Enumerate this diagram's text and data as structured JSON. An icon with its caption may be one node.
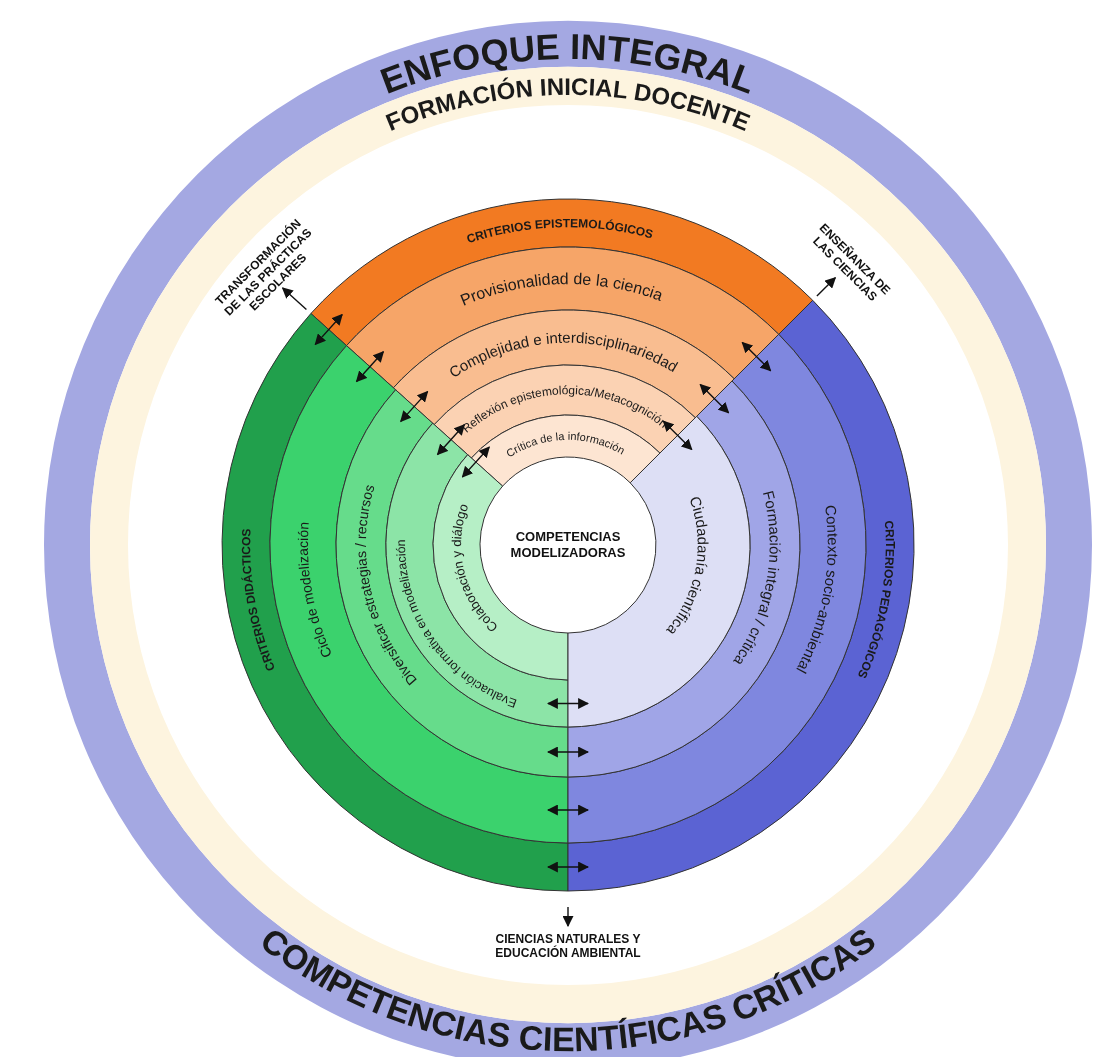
{
  "diagram": {
    "title": "ENFOQUE INTEGRAL",
    "caption": "COMPETENCIAS CIENTÍFICAS CRÍTICAS",
    "nodes": [
      {
        "text": [
          "CRITERIOS EPISTEMOLÓGICOS"
        ]
      },
      {
        "text": [
          "Provisionalidad de la ciencia"
        ]
      },
      {
        "text": [
          "Complejidad e interdisciplinariedad"
        ]
      },
      {
        "text": [
          "Reflexión epistemológica/Metacognición"
        ]
      },
      {
        "text": [
          "Crítica de la información"
        ]
      },
      {
        "text": [
          "CRITERIOS DIDÁCTICOS"
        ]
      },
      {
        "text": [
          "Ciclo de modelización"
        ]
      },
      {
        "text": [
          "Diversificar estrategias / recursos"
        ]
      },
      {
        "text": [
          "Evaluación formativa en modelización"
        ]
      },
      {
        "text": [
          "Colaboración y diálogo"
        ]
      },
      {
        "text": [
          "CRITERIOS PEDAGÓGICOS"
        ]
      },
      {
        "text": [
          "Contexto socio-ambiental"
        ]
      },
      {
        "text": [
          "Formación integral / crítica"
        ]
      },
      {
        "text": [
          "Ciudadanía científica"
        ]
      },
      {
        "text": [
          "COMPETENCIAS MODELIZADORAS"
        ]
      },
      {
        "text": [
          "TRANSFORMACIÓN DE LAS PRÁCTICAS ESCOLARES"
        ]
      },
      {
        "text": [
          "ENSEÑANZA DE LAS CIENCIAS"
        ]
      },
      {
        "text": [
          "CIENCIAS NATURALES Y EDUCACIÓN AMBIENTAL"
        ]
      }
    ],
    "edges": [
      {
        "from": 0,
        "to": 5,
        "arrow": "both"
      },
      {
        "from": 1,
        "to": 6,
        "arrow": "both"
      },
      {
        "from": 2,
        "to": 7,
        "arrow": "both"
      },
      {
        "from": 3,
        "to": 8,
        "arrow": "both"
      },
      {
        "from": 4,
        "to": 9,
        "arrow": "both"
      },
      {
        "from": null,
        "to": 15,
        "arrow": "to"
      },
      {
        "from": 1,
        "to": 11,
        "arrow": "both"
      },
      {
        "from": 2,
        "to": 12,
        "arrow": "both"
      },
      {
        "from": 3,
        "to": 13,
        "arrow": "both"
      },
      {
        "from": null,
        "to": 16,
        "arrow": "to"
      },
      {
        "from": 8,
        "to": 13,
        "arrow": "both"
      },
      {
        "from": 7,
        "to": 12,
        "arrow": "both"
      },
      {
        "from": 6,
        "to": 11,
        "arrow": "both"
      },
      {
        "from": 5,
        "to": 10,
        "arrow": "both"
      },
      {
        "from": null,
        "to": 17,
        "arrow": "to"
      }
    ],
    "labels": [
      "FORMACIÓN INICIAL DOCENTE"
    ]
  }
}
